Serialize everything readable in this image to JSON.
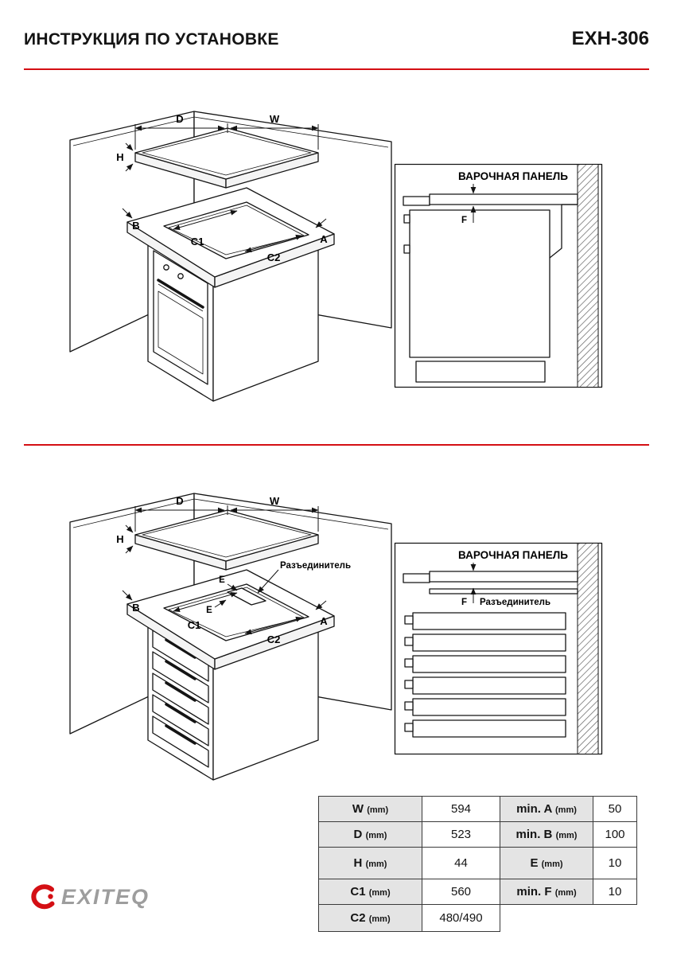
{
  "header": {
    "title": "ИНСТРУКЦИЯ ПО УСТАНОВКЕ",
    "model": "EXH-306"
  },
  "labels": {
    "w": "W",
    "d": "D",
    "h": "H",
    "a": "A",
    "b": "B",
    "c1": "C1",
    "c2": "C2",
    "e": "E",
    "f": "F",
    "hob_panel": "ВАРОЧНАЯ ПАНЕЛЬ",
    "separator": "Разъединитель"
  },
  "table": {
    "rows": [
      {
        "label": "W",
        "unit": "(mm)",
        "value": "594",
        "label2": "min. A",
        "unit2": "(mm)",
        "value2": "50"
      },
      {
        "label": "D",
        "unit": "(mm)",
        "value": "523",
        "label2": "min. B",
        "unit2": "(mm)",
        "value2": "100"
      },
      {
        "label": "H",
        "unit": "(mm)",
        "value": "44",
        "label2": "E",
        "unit2": "(mm)",
        "value2": "10"
      },
      {
        "label": "C1",
        "unit": "(mm)",
        "value": "560",
        "label2": "min. F",
        "unit2": "(mm)",
        "value2": "10"
      },
      {
        "label": "C2",
        "unit": "(mm)",
        "value": "480/490"
      }
    ]
  },
  "logo": {
    "text": "EXITEQ"
  },
  "colors": {
    "accent_red": "#d40f14",
    "logo_gray": "#9d9d9d"
  }
}
